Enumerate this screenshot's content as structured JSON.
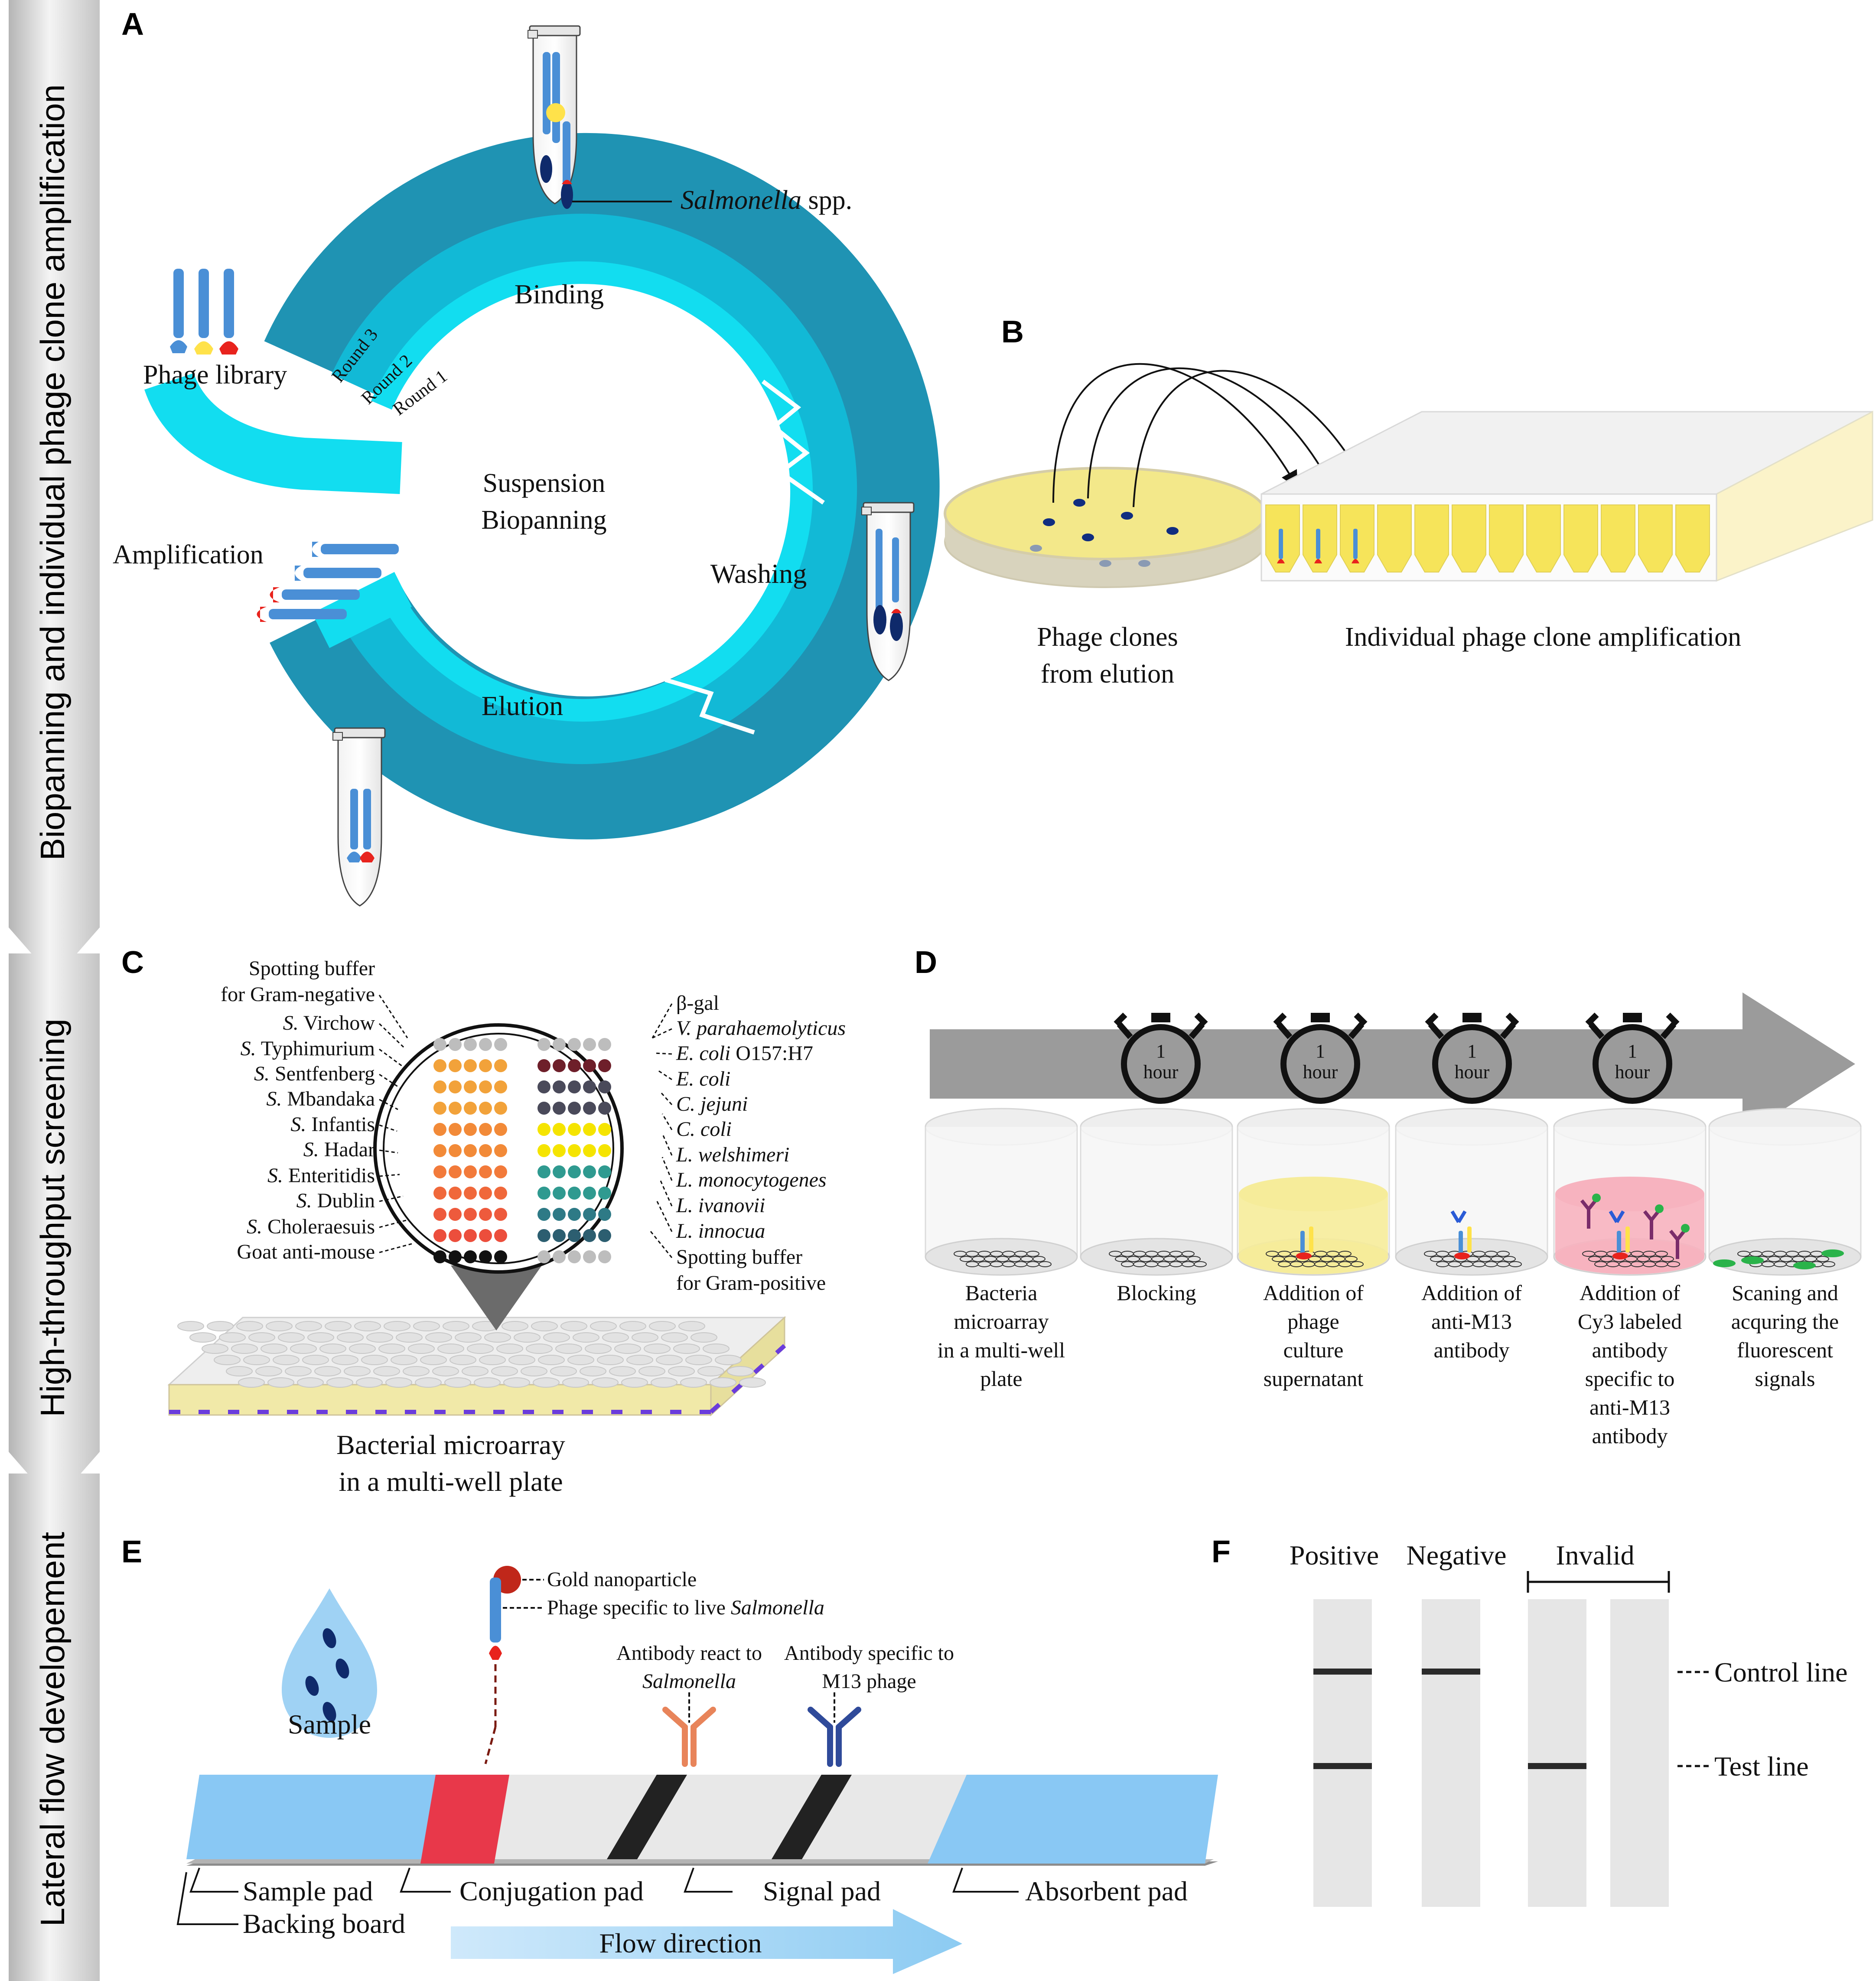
{
  "side_labels": [
    "Biopanning and individual phage clone amplification",
    "High-throughput screening",
    "Lateral flow developement"
  ],
  "panels": [
    "A",
    "B",
    "C",
    "D",
    "E",
    "F"
  ],
  "panel_a": {
    "salmonella_label": "Salmonella",
    "salmonella_suffix": " spp.",
    "binding": "Binding",
    "washing": "Washing",
    "elution": "Elution",
    "round1": "Round 1",
    "round2": "Round 2",
    "round3": "Round 3",
    "phage_library": "Phage library",
    "amplification": "Amplification",
    "center_line1": "Suspension",
    "center_line2": "Biopanning"
  },
  "panel_b": {
    "clones_line1": "Phage clones",
    "clones_line2": "from elution",
    "amplification": "Individual phage clone amplification"
  },
  "panel_c": {
    "left_labels": [
      {
        "italic": "",
        "text": "Spotting buffer"
      },
      {
        "italic": "",
        "text": "for Gram-negative"
      },
      {
        "italic": "S.",
        "text": " Virchow"
      },
      {
        "italic": "S.",
        "text": " Typhimurium"
      },
      {
        "italic": "S.",
        "text": " Sentfenberg"
      },
      {
        "italic": "S.",
        "text": " Mbandaka"
      },
      {
        "italic": "S.",
        "text": " Infantis"
      },
      {
        "italic": "S.",
        "text": " Hadar"
      },
      {
        "italic": "S.",
        "text": " Enteritidis"
      },
      {
        "italic": "S.",
        "text": " Dublin"
      },
      {
        "italic": "S.",
        "text": " Choleraesuis"
      },
      {
        "italic": "",
        "text": "Goat anti-mouse"
      }
    ],
    "right_labels": [
      {
        "italic": "",
        "text": "β-gal"
      },
      {
        "italic": "V. parahaemolyticus",
        "text": ""
      },
      {
        "italic": "E. coli",
        "text": " O157:H7"
      },
      {
        "italic": "E. coli",
        "text": ""
      },
      {
        "italic": "C. jejuni",
        "text": ""
      },
      {
        "italic": "C. coli",
        "text": ""
      },
      {
        "italic": "L. welshimeri",
        "text": ""
      },
      {
        "italic": "L. monocytogenes",
        "text": ""
      },
      {
        "italic": "L. ivanovii",
        "text": ""
      },
      {
        "italic": "L. innocua",
        "text": ""
      },
      {
        "italic": "",
        "text": "Spotting buffer"
      },
      {
        "italic": "",
        "text": "for Gram-positive"
      }
    ],
    "plate_line1": "Bacterial microarray",
    "plate_line2": "in a multi-well plate"
  },
  "panel_d": {
    "timer_text_1": "1",
    "timer_text_2": "hour",
    "steps": [
      [
        "Bacteria",
        "microarray",
        "in a multi-well",
        "plate"
      ],
      [
        "Blocking"
      ],
      [
        "Addition of",
        "phage",
        "culture",
        "supernatant"
      ],
      [
        "Addition of",
        "anti-M13",
        "antibody"
      ],
      [
        "Addition of",
        "Cy3 labeled",
        "antibody",
        "specific to",
        "anti-M13",
        "antibody"
      ],
      [
        "Scaning and",
        "acquring the",
        "fluorescent",
        "signals"
      ]
    ]
  },
  "panel_e": {
    "gold": "Gold nanoparticle",
    "phage_prefix": "Phage specific to live ",
    "phage_italic": "Salmonella",
    "sample": "Sample",
    "ab1_line1": "Antibody react to",
    "ab1_line2": "Salmonella",
    "ab2_line1": "Antibody specific to",
    "ab2_line2": "M13 phage",
    "sample_pad": "Sample pad",
    "backing_board": "Backing board",
    "conjugation_pad": "Conjugation pad",
    "signal_pad": "Signal pad",
    "absorbent_pad": "Absorbent  pad",
    "flow_direction": "Flow direction"
  },
  "panel_f": {
    "positive": "Positive",
    "negative": "Negative",
    "invalid": "Invalid",
    "control_line": "Control line",
    "test_line": "Test line"
  },
  "colors": {
    "teal_dark": "#1f93b3",
    "teal_mid": "#12b9d6",
    "cyan": "#12ddf0",
    "phage_blue": "#4a8fd6",
    "yellow": "#ffe24a",
    "red": "#e8231d",
    "navy": "#0f2a6b",
    "arrow_gray": "#9b9b9b"
  }
}
